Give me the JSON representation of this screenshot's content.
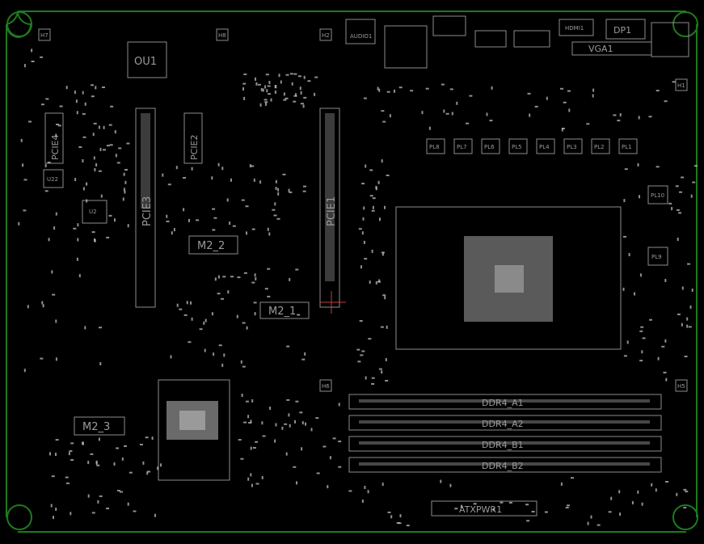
{
  "board": {
    "edge_color": "#1e7a1e",
    "silk_color": "#9a9a9a",
    "pad_color": "#bfbfbf",
    "background": "#000000"
  },
  "labels": {
    "ou1": "OU1",
    "pcie4": "PCIE4",
    "pcie2": "PCIE2",
    "pcie3": "PCIE3",
    "pcie1": "PCIE1",
    "m2_2": "M2_2",
    "m2_1": "M2_1",
    "m2_3": "M2_3",
    "u22": "U22",
    "u2": "U2",
    "audio1": "AUDIO1",
    "hdmi1": "HDMI1",
    "dp1": "DP1",
    "vga1": "VGA1",
    "pl8": "PL8",
    "pl7": "PL7",
    "pl6": "PL6",
    "pl5": "PL5",
    "pl4": "PL4",
    "pl3": "PL3",
    "pl2": "PL2",
    "pl1": "PL1",
    "pl10": "PL10",
    "pl9": "PL9",
    "ddr4_a1": "DDR4_A1",
    "ddr4_a2": "DDR4_A2",
    "ddr4_b1": "DDR4_B1",
    "ddr4_b2": "DDR4_B2",
    "atxpwr1": "ATXPWR1",
    "h_top_left": "H7",
    "h_top_mid": "H8",
    "h_top_center": "H2",
    "h_right_top": "H1",
    "h_right_low": "H5",
    "h_mid_low": "H6"
  }
}
